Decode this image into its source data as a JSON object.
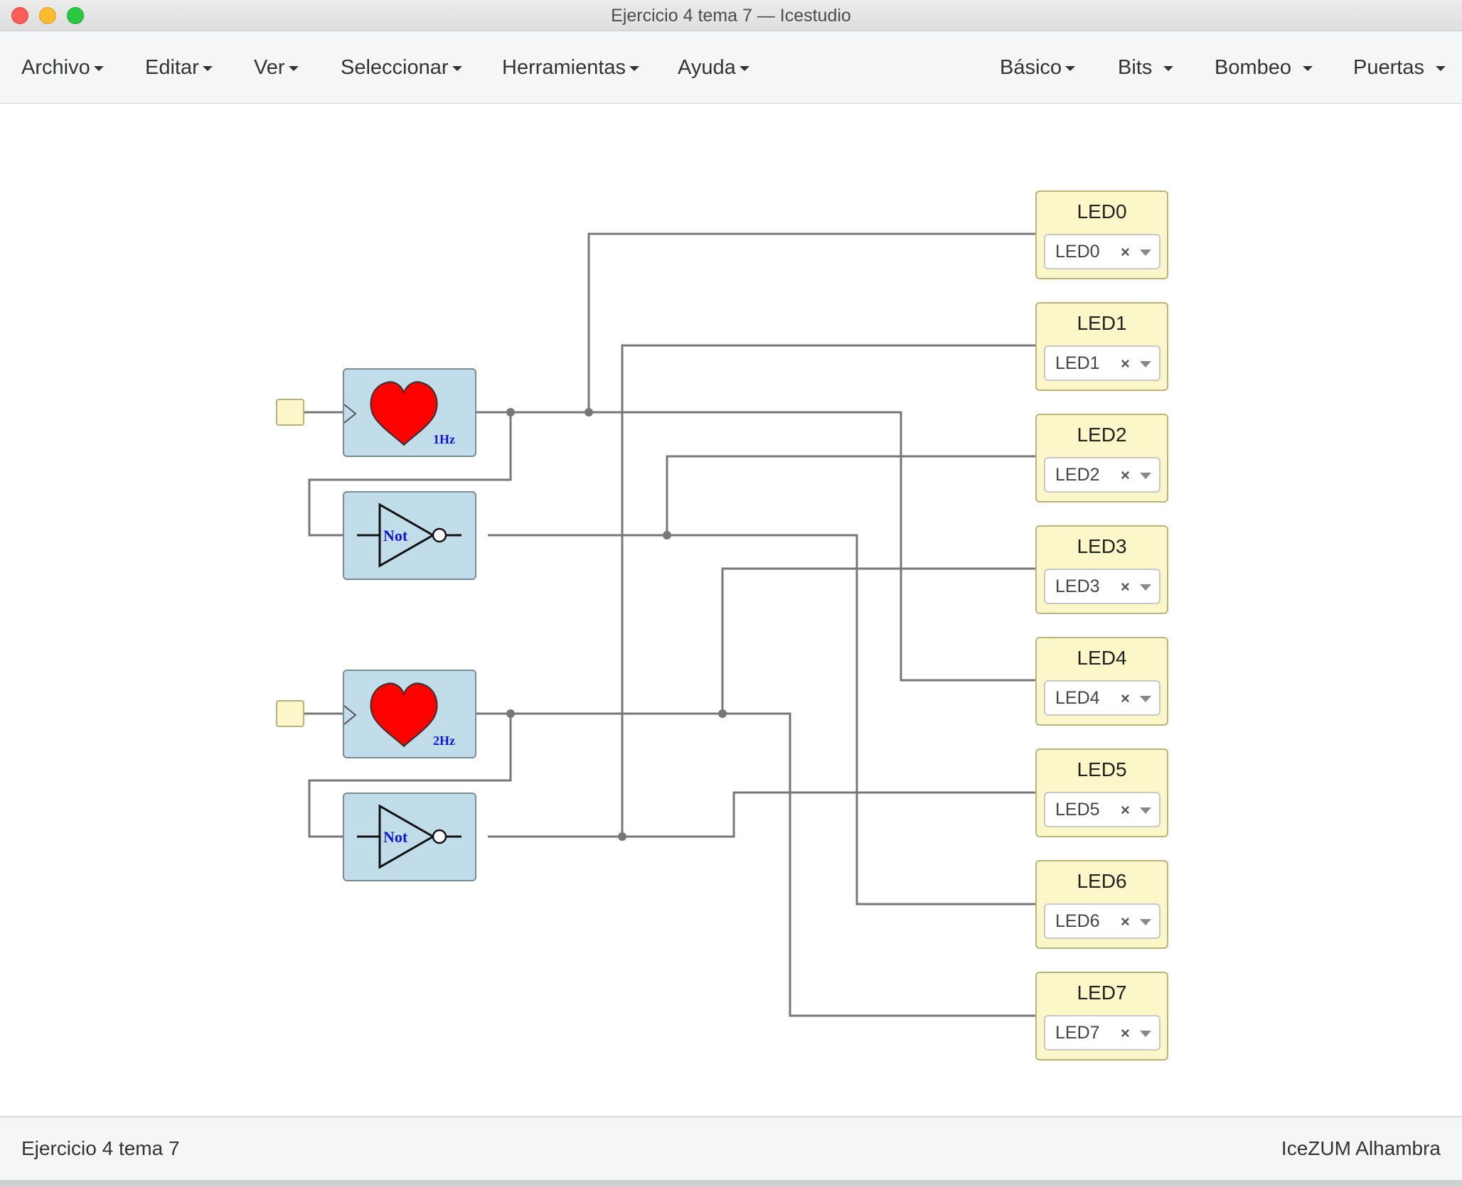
{
  "window": {
    "title": "Ejercicio 4 tema 7 — Icestudio"
  },
  "menubar": {
    "left": [
      "Archivo",
      "Editar",
      "Ver",
      "Seleccionar",
      "Herramientas",
      "Ayuda"
    ],
    "right": [
      "Básico",
      "Bits",
      "Bombeo",
      "Puertas"
    ]
  },
  "blocks": {
    "heart1": {
      "label": "1Hz",
      "icon": "heart-icon",
      "color": "#ff0000"
    },
    "heart2": {
      "label": "2Hz",
      "icon": "heart-icon",
      "color": "#ff0000"
    },
    "not1": {
      "label": "Not",
      "icon": "not-gate-icon"
    },
    "not2": {
      "label": "Not",
      "icon": "not-gate-icon"
    }
  },
  "leds": [
    {
      "title": "LED0",
      "value": "LED0",
      "clear": "×"
    },
    {
      "title": "LED1",
      "value": "LED1",
      "clear": "×"
    },
    {
      "title": "LED2",
      "value": "LED2",
      "clear": "×"
    },
    {
      "title": "LED3",
      "value": "LED3",
      "clear": "×"
    },
    {
      "title": "LED4",
      "value": "LED4",
      "clear": "×"
    },
    {
      "title": "LED5",
      "value": "LED5",
      "clear": "×"
    },
    {
      "title": "LED6",
      "value": "LED6",
      "clear": "×"
    },
    {
      "title": "LED7",
      "value": "LED7",
      "clear": "×"
    }
  ],
  "statusbar": {
    "project": "Ejercicio 4 tema 7",
    "board": "IceZUM Alhambra"
  },
  "colors": {
    "block": "#c1dde9",
    "io": "#fbf7c8",
    "wire": "#777777",
    "label": "#1414d8"
  }
}
